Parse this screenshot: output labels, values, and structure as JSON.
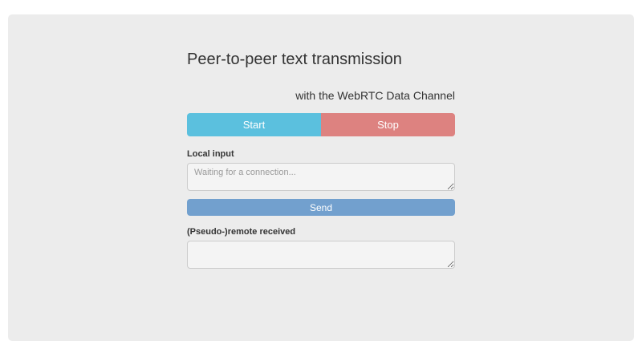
{
  "page": {
    "title": "Peer-to-peer text transmission",
    "subtitle": "with the WebRTC Data Channel"
  },
  "controls": {
    "start_label": "Start",
    "stop_label": "Stop",
    "send_label": "Send"
  },
  "local_input": {
    "label": "Local input",
    "placeholder": "Waiting for a connection...",
    "value": ""
  },
  "remote_received": {
    "label": "(Pseudo-)remote received",
    "value": ""
  },
  "colors": {
    "panel_background": "#ececec",
    "start_button": "#5bc0de",
    "stop_button": "#dd8280",
    "send_button": "#72a0ce",
    "button_text": "#ffffff",
    "text": "#333333",
    "textarea_border": "#cccccc",
    "placeholder_text": "#9a9a9a"
  }
}
